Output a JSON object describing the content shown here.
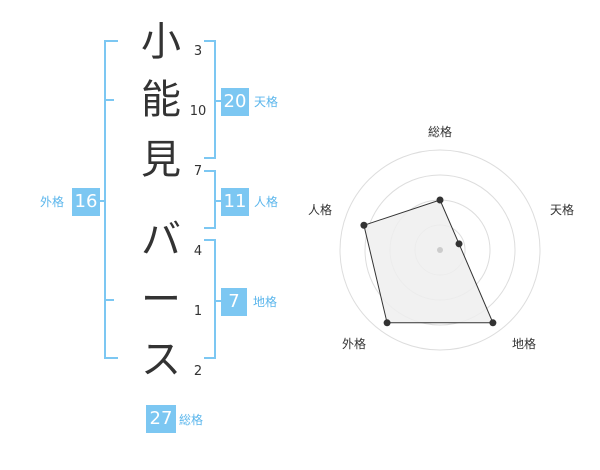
{
  "name_chars": [
    {
      "char": "小",
      "strokes": "3"
    },
    {
      "char": "能",
      "strokes": "10"
    },
    {
      "char": "見",
      "strokes": "7"
    },
    {
      "char": "バ",
      "strokes": "4"
    },
    {
      "char": "ー",
      "strokes": "1"
    },
    {
      "char": "ス",
      "strokes": "2"
    }
  ],
  "tenkaku": {
    "value": "20",
    "label": "天格"
  },
  "jinkaku": {
    "value": "11",
    "label": "人格"
  },
  "chikaku": {
    "value": "7",
    "label": "地格"
  },
  "gaikaku": {
    "value": "16",
    "label": "外格"
  },
  "soukaku": {
    "value": "27",
    "label": "総格"
  },
  "radar": {
    "labels": {
      "top": "総格",
      "right": "天格",
      "bottom_right": "地格",
      "bottom_left": "外格",
      "left": "人格"
    }
  },
  "chart_data": {
    "type": "radar",
    "axes": [
      "総格",
      "天格",
      "地格",
      "外格",
      "人格"
    ],
    "values": [
      0.5,
      0.2,
      0.9,
      0.9,
      0.8
    ],
    "rings": 4,
    "colors": {
      "accent": "#7cc7f2",
      "fill": "#eeeeee",
      "stroke": "#333333",
      "grid": "#dddddd"
    }
  }
}
